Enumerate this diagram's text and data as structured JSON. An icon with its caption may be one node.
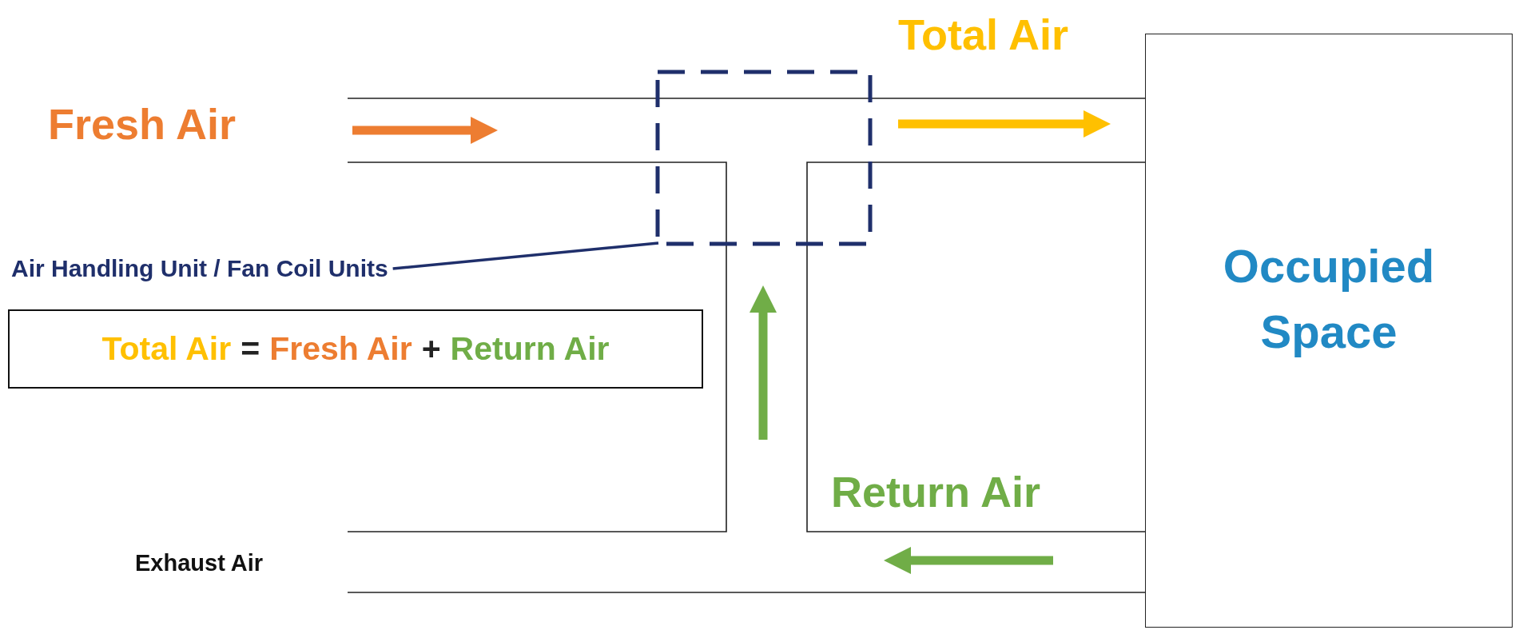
{
  "diagram": {
    "nodes": [
      {
        "text": [],
        "shape": "box"
      },
      {
        "text": [
          "Air Handling Unit / Fan Coil Units"
        ]
      },
      {
        "text": [
          "Total Air",
          "=",
          "Fresh Air",
          "+",
          "Return Air"
        ]
      },
      {
        "text": [
          "Occupied Space"
        ]
      }
    ],
    "edges": [
      {
        "from": 1,
        "to": 0,
        "arrow": "none"
      }
    ],
    "labels": [
      "Total Air",
      "Fresh Air",
      "Return Air",
      "Exhaust Air"
    ]
  }
}
